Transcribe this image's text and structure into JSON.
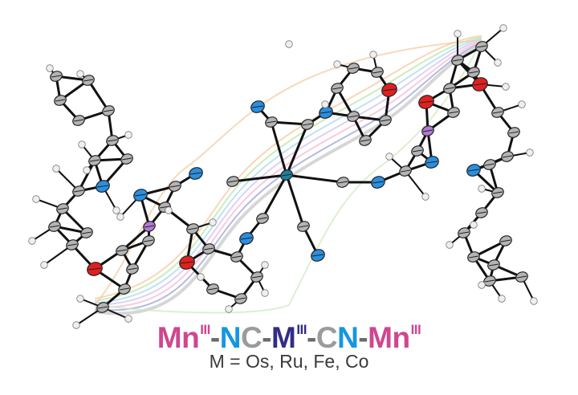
{
  "formula": [
    {
      "text": "Mn",
      "sup": "III",
      "role": "manganese",
      "color": "#d0468f"
    },
    {
      "text": "-",
      "sup": "",
      "role": "bond",
      "color": "#6a6a6a"
    },
    {
      "text": "N",
      "sup": "",
      "role": "nitrogen",
      "color": "#1696e1"
    },
    {
      "text": "C",
      "sup": "",
      "role": "carbon",
      "color": "#9b9b9b"
    },
    {
      "text": "-",
      "sup": "",
      "role": "bond",
      "color": "#6a6a6a"
    },
    {
      "text": "M",
      "sup": "III",
      "role": "metal",
      "color": "#322d86"
    },
    {
      "text": "-",
      "sup": "",
      "role": "bond",
      "color": "#6a6a6a"
    },
    {
      "text": "C",
      "sup": "",
      "role": "carbon",
      "color": "#9b9b9b"
    },
    {
      "text": "N",
      "sup": "",
      "role": "nitrogen",
      "color": "#1696e1"
    },
    {
      "text": "-",
      "sup": "",
      "role": "bond",
      "color": "#6a6a6a"
    },
    {
      "text": "Mn",
      "sup": "III",
      "role": "manganese",
      "color": "#d0468f"
    }
  ],
  "caption": "M = Os, Ru, Fe, Co",
  "atom_colors": {
    "carbon": "#b4b4b4",
    "hydrogen": "#efefef",
    "nitrogen": "#2a8fe0",
    "oxygen": "#e02020",
    "manganese": "#b27ad2",
    "central_metal": "#1b7fa0"
  },
  "isosurface_colors": [
    "#f4c9a0",
    "#b9e6a8",
    "#a8d8f0",
    "#d3c2ef",
    "#f5b9cf",
    "#9aa4d8",
    "#c8c8c8"
  ]
}
